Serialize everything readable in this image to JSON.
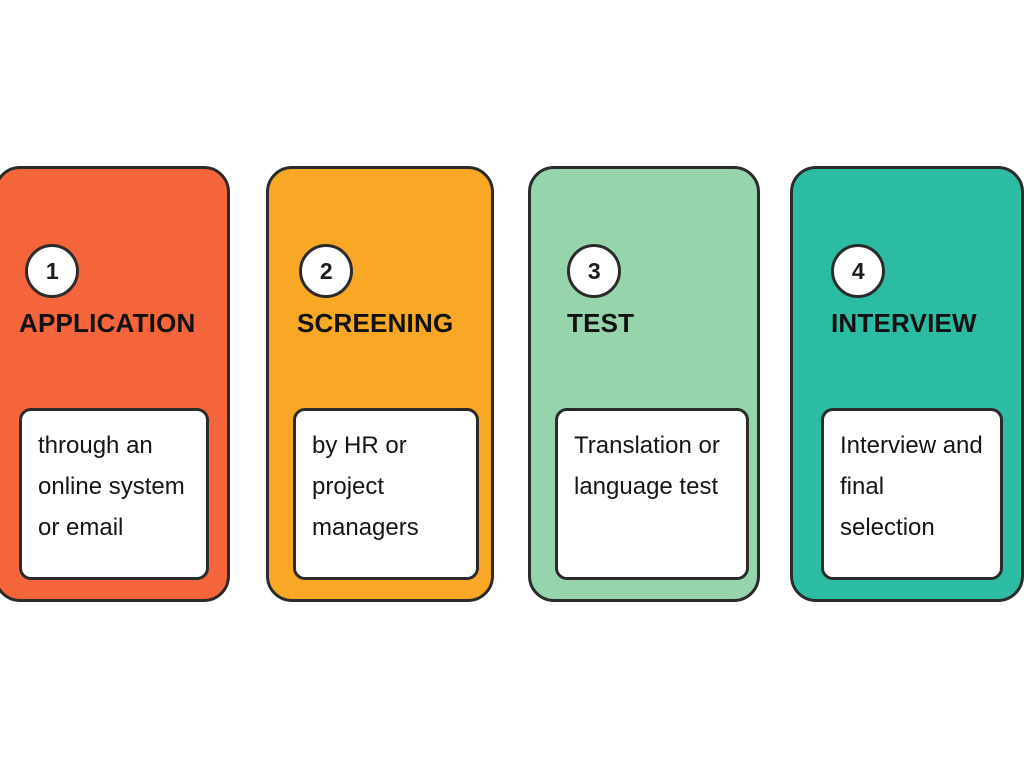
{
  "diagram": {
    "type": "process-steps",
    "background_color": "#ffffff",
    "outline_color": "#2b2b2b",
    "note_background": "#ffffff",
    "steps": [
      {
        "number": "1",
        "title": "APPLICATION",
        "note": "through an online system or email",
        "color": "#F5653C"
      },
      {
        "number": "2",
        "title": "SCREENING",
        "note": "by HR or project managers",
        "color": "#F8A825"
      },
      {
        "number": "3",
        "title": "TEST",
        "note": "Translation or language test",
        "color": "#96D4AC"
      },
      {
        "number": "4",
        "title": "INTERVIEW",
        "note": "Interview and final selection",
        "color": "#2BBCA3"
      }
    ]
  }
}
